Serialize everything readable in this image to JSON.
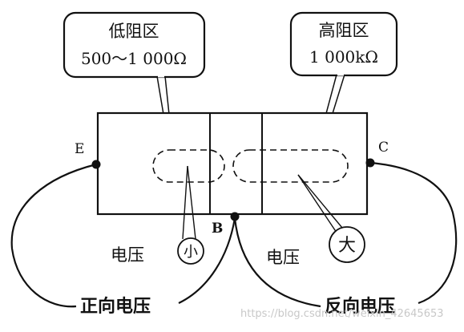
{
  "callouts": {
    "low": {
      "title": "低阻区",
      "value": "500～1 000Ω"
    },
    "high": {
      "title": "高阻区",
      "value": "1 000kΩ"
    }
  },
  "terminals": {
    "e": "E",
    "b": "B",
    "c": "C"
  },
  "labels": {
    "voltage_left": "电压",
    "voltage_right": "电压",
    "small": "小",
    "large": "大",
    "forward": "正向电压",
    "reverse": "反向电压"
  },
  "watermark": "https://blog.csdn.net/weixin_42645653",
  "colors": {
    "ink": "#111111",
    "watermark": "#c8c8c8"
  }
}
